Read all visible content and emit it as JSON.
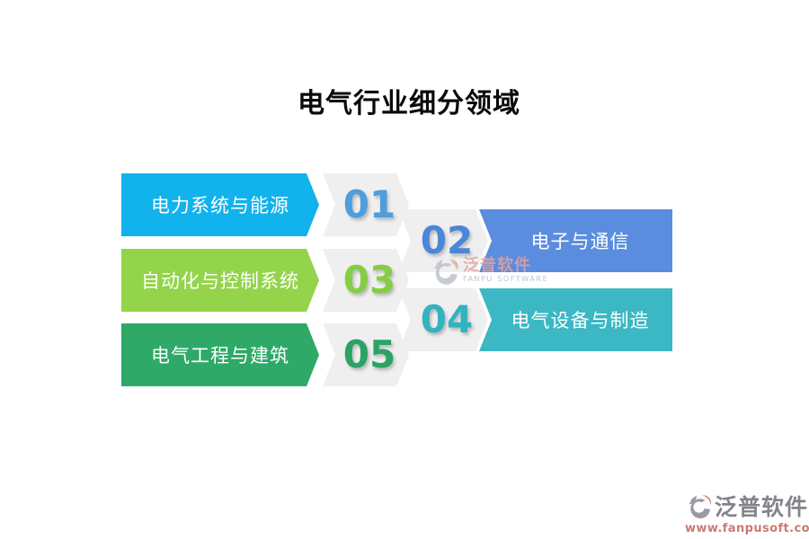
{
  "title": "电气行业细分领域",
  "chevron_bg": "#efeff0",
  "items": [
    {
      "number": "01",
      "label": "电力系统与能源",
      "color": "#12b2ec",
      "number_color": "#4e9edb",
      "side": "left"
    },
    {
      "number": "02",
      "label": "电子与通信",
      "color": "#5b8dde",
      "number_color": "#4c86d9",
      "side": "right"
    },
    {
      "number": "03",
      "label": "自动化与控制系统",
      "color": "#94d44a",
      "number_color": "#85ce44",
      "side": "left"
    },
    {
      "number": "04",
      "label": "电气设备与制造",
      "color": "#3bb8c3",
      "number_color": "#31b4c0",
      "side": "right"
    },
    {
      "number": "05",
      "label": "电气工程与建筑",
      "color": "#2ea967",
      "number_color": "#2ba365",
      "side": "left"
    }
  ],
  "watermark_center": {
    "brand": "泛普软件",
    "sub": "FANPU SOFTWARE",
    "brand_color": "#e3a2a2",
    "sub_color": "#aebac2",
    "logo_gray": "#bcc3ca",
    "logo_red": "#dc9489"
  },
  "watermark_corner": {
    "brand": "泛普软件",
    "url": "www.fanpusoft.com",
    "brand_color": "#83838b",
    "url_color": "#cb7a72",
    "logo_gray": "#9a9aa4",
    "logo_red": "#c87b6b"
  }
}
